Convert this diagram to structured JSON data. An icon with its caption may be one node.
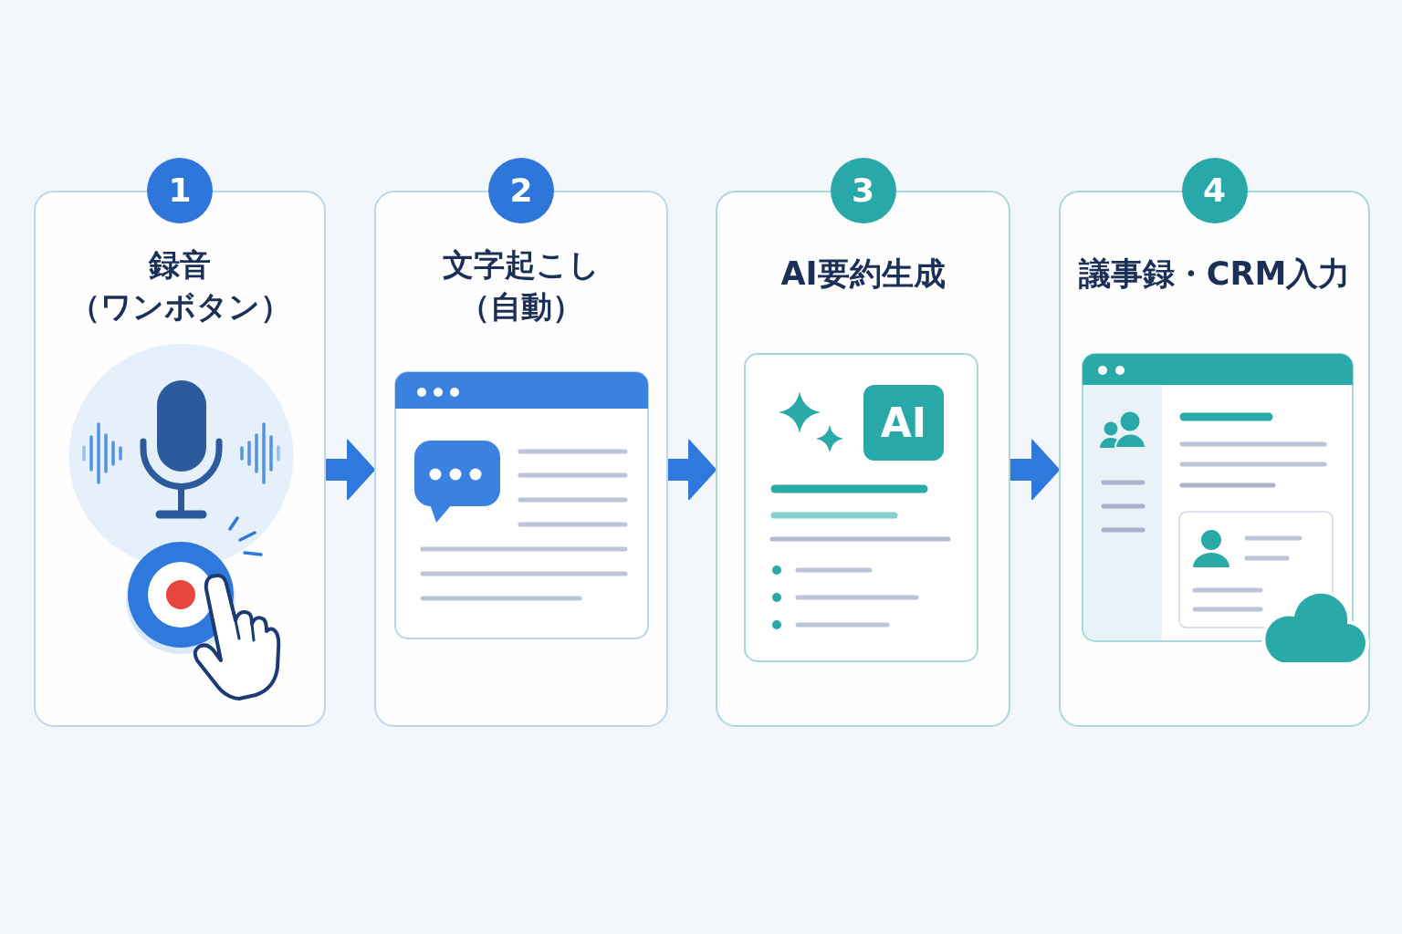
{
  "diagram": {
    "nodes": [
      {
        "text": [
          "1",
          "録音（ワンボタン）"
        ]
      },
      {
        "text": [
          "2",
          "文字起こし（自動）"
        ]
      },
      {
        "text": [
          "3",
          "AI要約生成"
        ]
      },
      {
        "text": [
          "AI"
        ],
        "in": 2
      },
      {
        "text": [
          "4",
          "議事録・CRM入力"
        ]
      }
    ],
    "edges": [
      {
        "from": 0,
        "to": 1,
        "arrow": "to"
      },
      {
        "from": 1,
        "to": 2,
        "arrow": "to"
      },
      {
        "from": 2,
        "to": 4,
        "arrow": "to"
      }
    ]
  }
}
